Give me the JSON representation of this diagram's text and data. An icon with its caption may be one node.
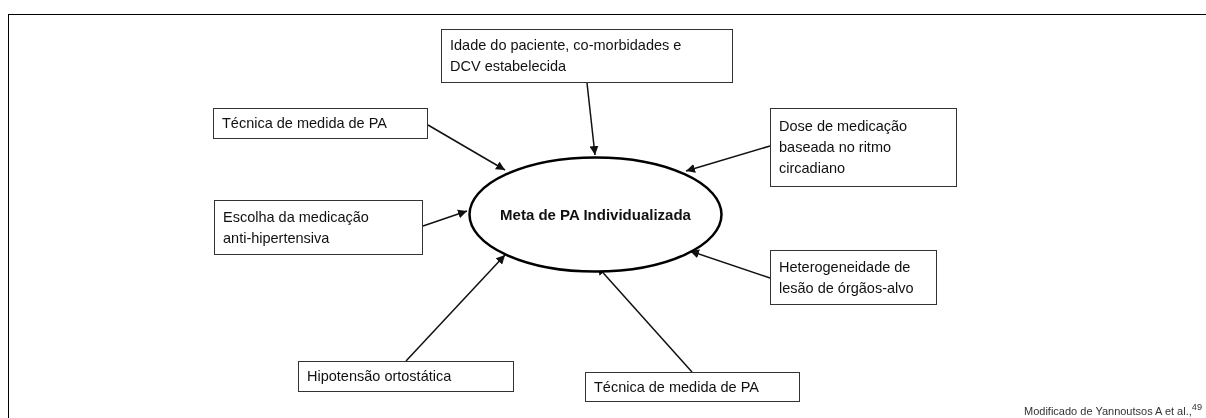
{
  "diagram": {
    "caption": "Modificado de Yannoutsos A et al.,$^{49}$",
    "nodes": [
      {
        "text": [
          "Meta de PA Individualizada"
        ]
      },
      {
        "text": [
          "Idade do paciente, co-morbidades e DCV estabelecida"
        ]
      },
      {
        "text": [
          "Técnica de medida de PA"
        ]
      },
      {
        "text": [
          "Dose de medicação baseada no ritmo circadiano"
        ]
      },
      {
        "text": [
          "Escolha da medicação anti-hipertensiva"
        ]
      },
      {
        "text": [
          "Heterogeneidade de lesão de órgãos-alvo"
        ]
      },
      {
        "text": [
          "Hipotensão ortostática"
        ]
      },
      {
        "text": [
          "Técnica de medida de PA"
        ]
      }
    ],
    "edges": [
      {
        "from": 1,
        "to": 0,
        "arrow": "to"
      },
      {
        "from": 2,
        "to": 0,
        "arrow": "to"
      },
      {
        "from": 3,
        "to": 0,
        "arrow": "to"
      },
      {
        "from": 4,
        "to": 0,
        "arrow": "to"
      },
      {
        "from": 5,
        "to": 0,
        "arrow": "to"
      },
      {
        "from": 6,
        "to": 0,
        "arrow": "to"
      },
      {
        "from": 7,
        "to": 0,
        "arrow": "to"
      }
    ]
  }
}
